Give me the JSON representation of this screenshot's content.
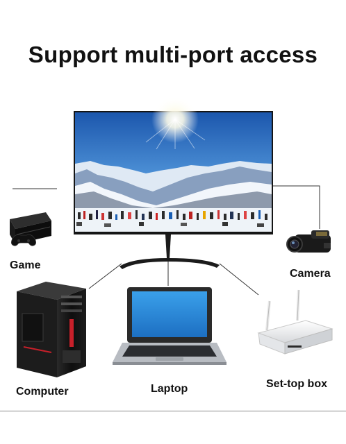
{
  "title": "Support multi-port access",
  "devices": {
    "game": "Game",
    "camera": "Camera",
    "computer": "Computer",
    "laptop": "Laptop",
    "set_top_box": "Set-top box"
  },
  "colors": {
    "sky_top": "#1f5fb8",
    "sky_bottom": "#a9cdf0",
    "snow": "#eef3f8",
    "bezel": "#151515",
    "laptop_screen": "#2b86d6",
    "accent_red": "#c8202a"
  }
}
